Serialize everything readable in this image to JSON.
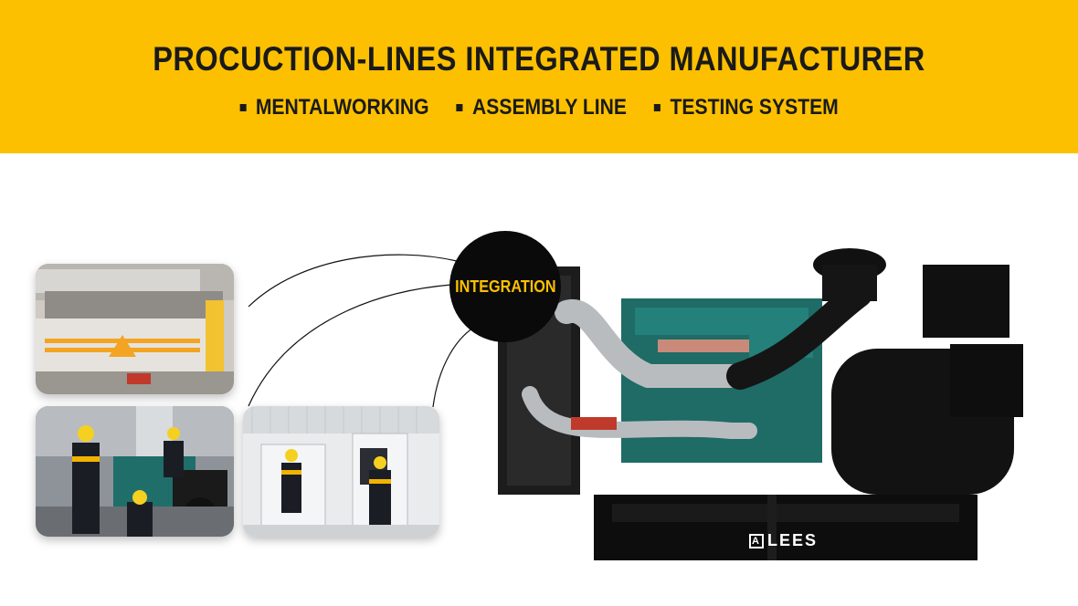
{
  "banner": {
    "title": "PROCUCTION-LINES INTEGRATED MANUFACTURER",
    "features": [
      "MENTALWORKING",
      "ASSEMBLY LINE",
      "TESTING SYSTEM"
    ],
    "background_color": "#fcc000"
  },
  "diagram": {
    "hub_label": "INTEGRATION",
    "hub_label_color": "#fcc000"
  },
  "product": {
    "brand": "LEES",
    "brand_mark": "A"
  },
  "icons": [
    "bullet-square-icon",
    "lees-logo-icon"
  ]
}
